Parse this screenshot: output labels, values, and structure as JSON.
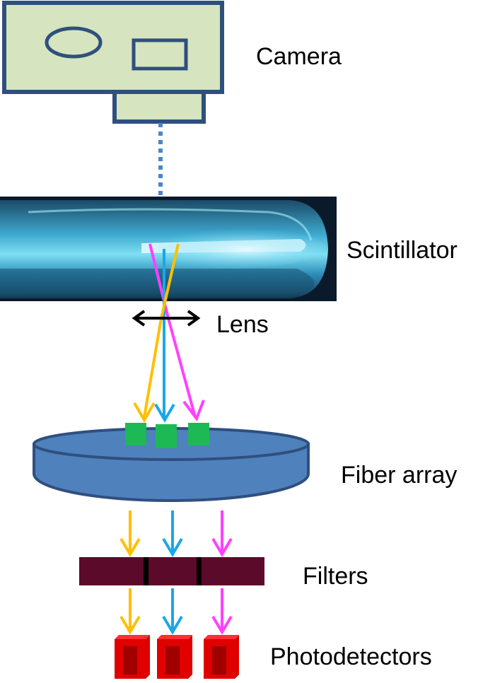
{
  "labels": {
    "camera": "Camera",
    "scintillator": "Scintillator",
    "lens": "Lens",
    "fiber_array": "Fiber array",
    "filters": "Filters",
    "photodetectors": "Photodetectors"
  },
  "colors": {
    "camera_fill": "#d6e4bf",
    "camera_stroke": "#2f4f7f",
    "dotted_line": "#4a86c8",
    "scintillator_dark": "#0a1a2a",
    "scintillator_glow": "#5fd0ee",
    "beam_orange": "#ffc000",
    "beam_cyan": "#1aa7e8",
    "beam_magenta": "#ff40ff",
    "fiber_fill": "#4f81bd",
    "fiber_stroke": "#2f4f7f",
    "fiber_tip": "#1db954",
    "filter_fill": "#5c0a2a",
    "filter_divider": "#000000",
    "photodetector": "#e00000",
    "photodetector_dark": "#a00000",
    "lens_arrow": "#000000"
  }
}
